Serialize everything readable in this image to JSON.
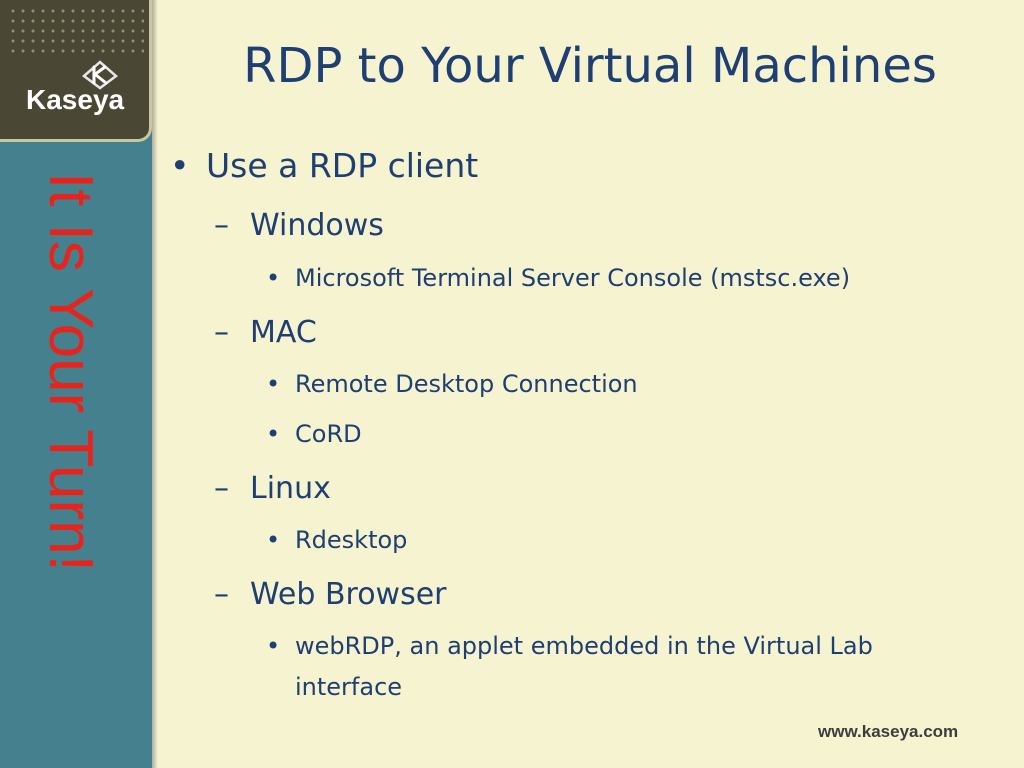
{
  "slide": {
    "title": "RDP to Your Virtual Machines",
    "logo_text": "Kaseya",
    "vertical_text": "It Is Your Turn!",
    "footer_url": "www.kaseya.com",
    "colors": {
      "background": "#f5f3d0",
      "sidebar": "#45808f",
      "logo_box": "#4a4834",
      "title_text": "#1f3f73",
      "vertical_text": "#e8231b"
    }
  },
  "outline": {
    "item_1": "Use a RDP client",
    "item_1_1": "Windows",
    "item_1_1_1": "Microsoft Terminal Server Console (mstsc.exe)",
    "item_1_2": "MAC",
    "item_1_2_1": "Remote Desktop Connection",
    "item_1_2_2": "CoRD",
    "item_1_3": "Linux",
    "item_1_3_1": "Rdesktop",
    "item_1_4": "Web Browser",
    "item_1_4_1_line1": "webRDP, an applet embedded in the Virtual Lab",
    "item_1_4_1_line2": "interface"
  }
}
